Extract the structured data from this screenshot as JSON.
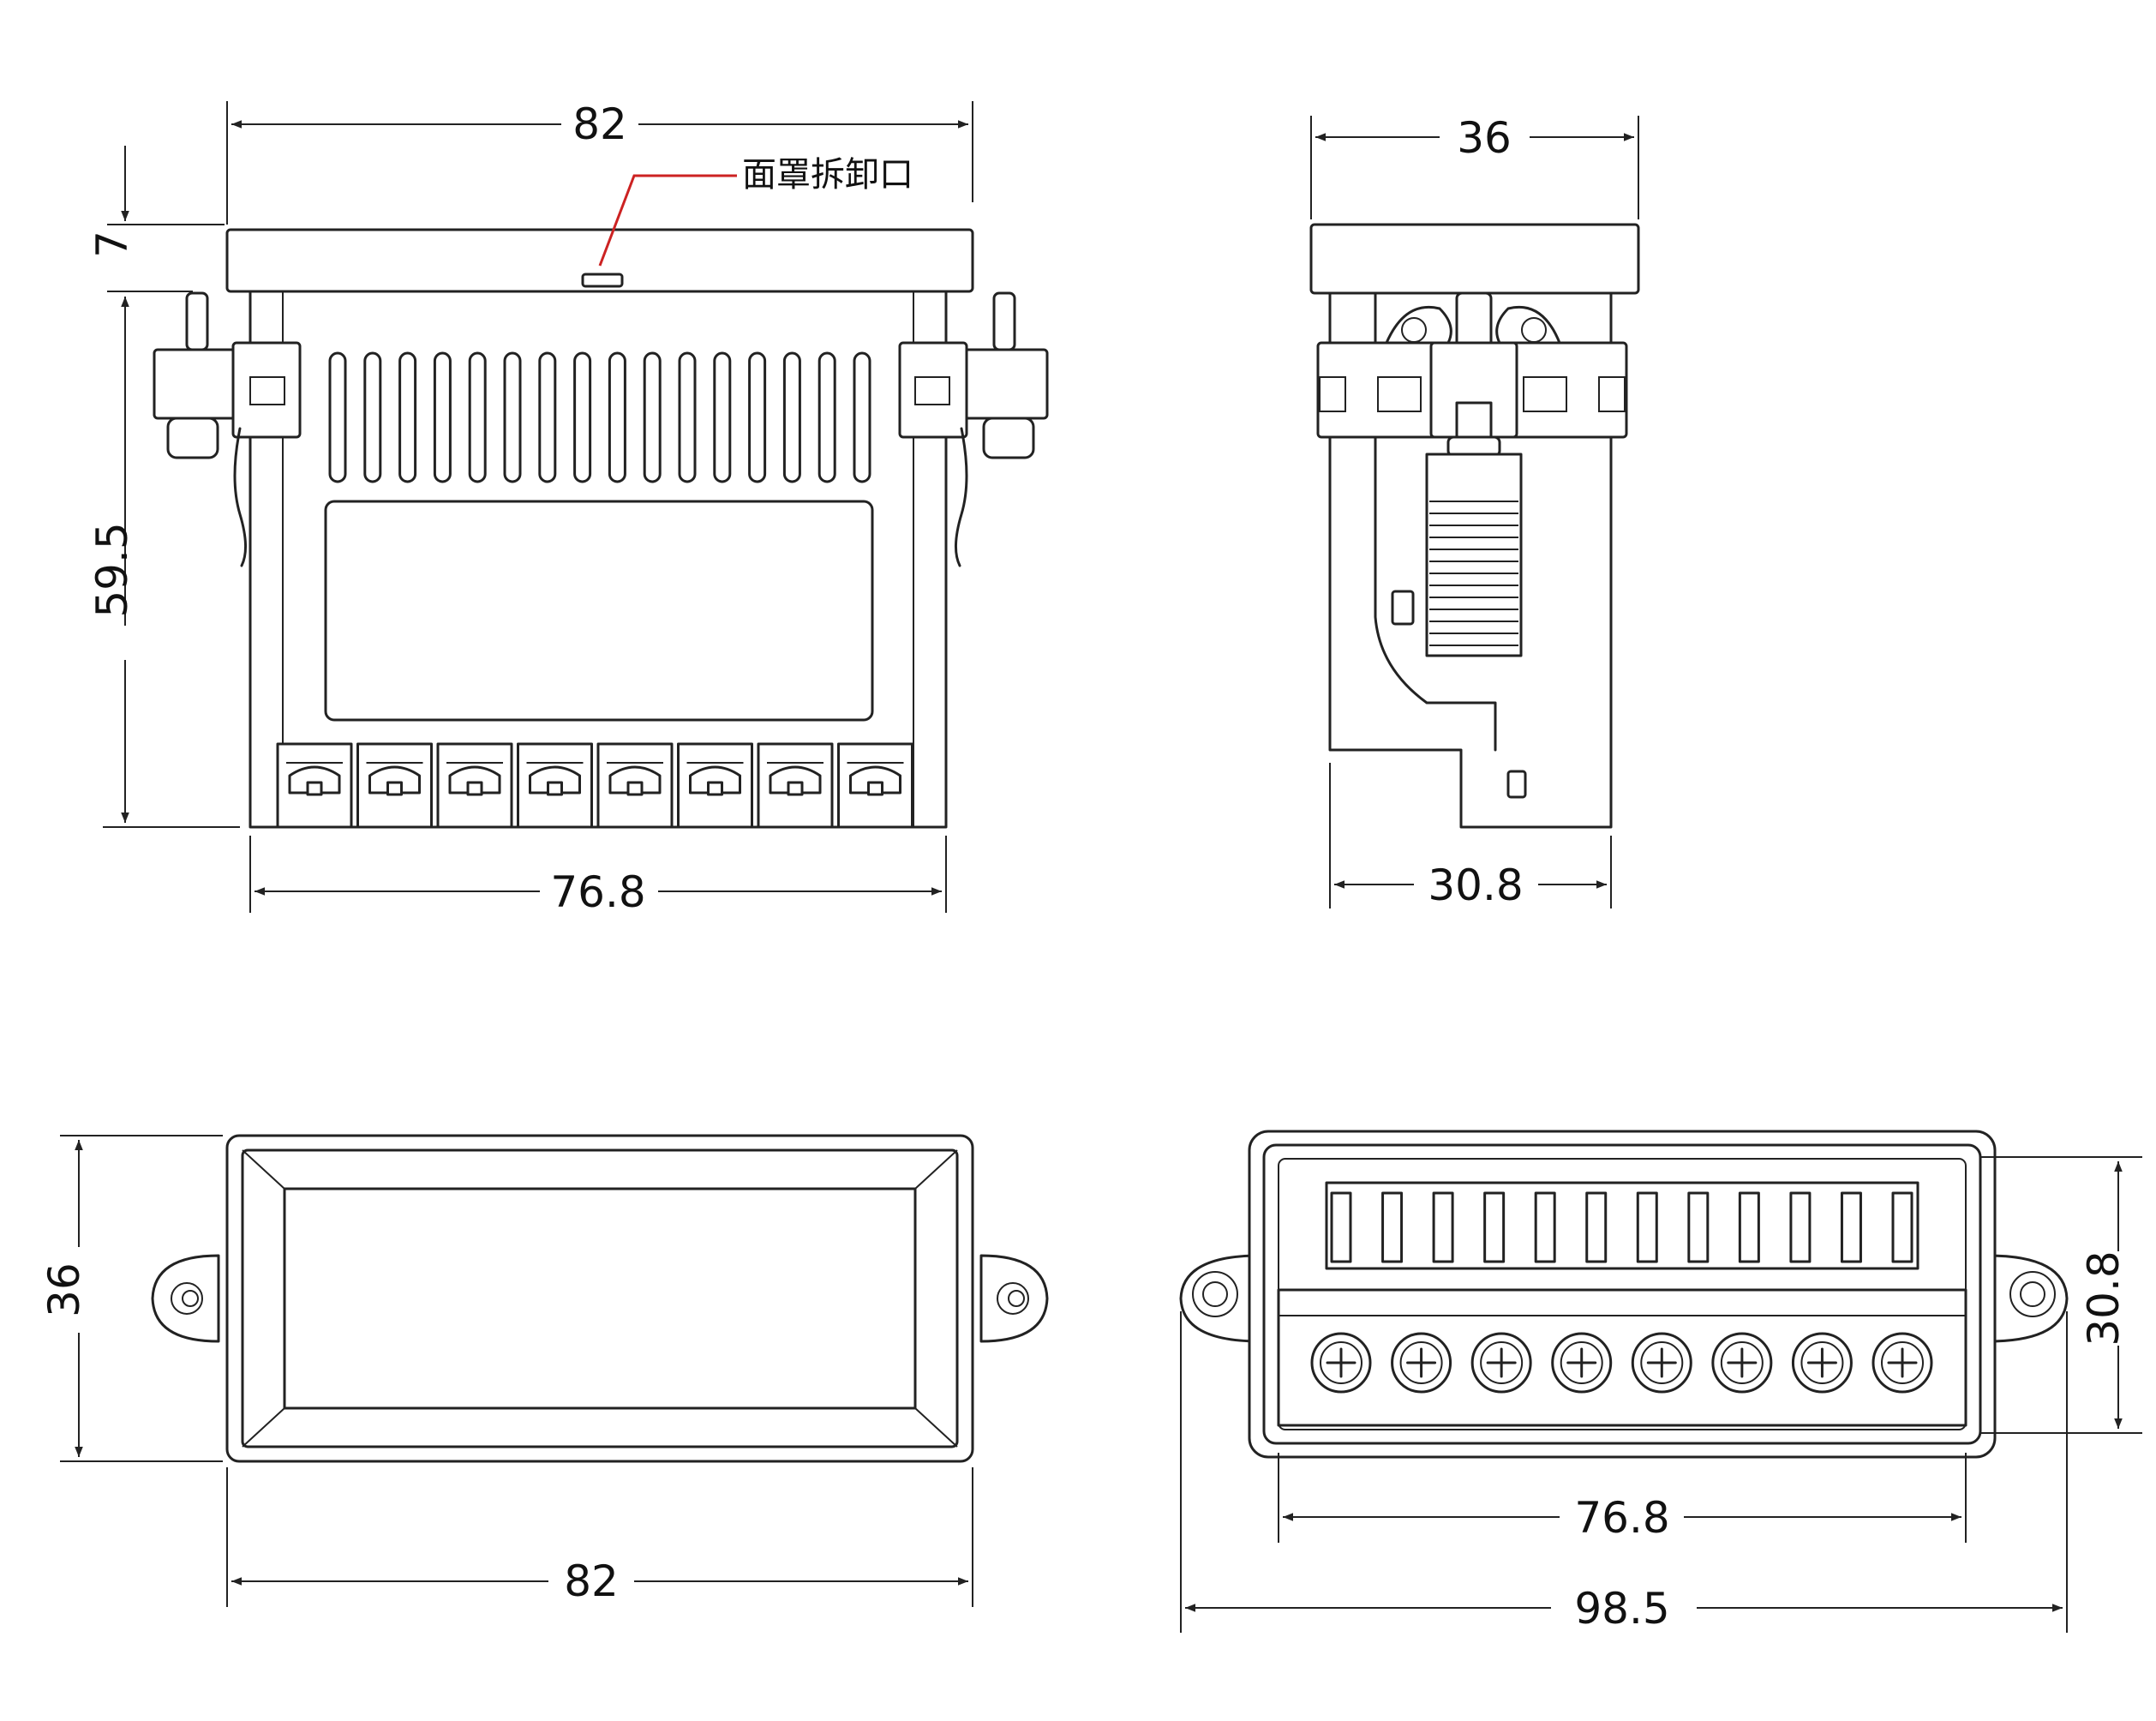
{
  "colors": {
    "line": "#222222",
    "leader": "#cc2222",
    "background": "#ffffff"
  },
  "front_view": {
    "width_top": "82",
    "height_face": "7",
    "height_body": "59.5",
    "width_bottom": "76.8",
    "note": "面罩拆卸口"
  },
  "side_view": {
    "width_top": "36",
    "width_bottom": "30.8"
  },
  "panel_view": {
    "height": "36",
    "width": "82"
  },
  "rear_view": {
    "height": "30.8",
    "width_inner": "76.8",
    "width_outer": "98.5"
  },
  "terminals": {
    "count": 8
  },
  "vent_slots": {
    "count": 16
  }
}
